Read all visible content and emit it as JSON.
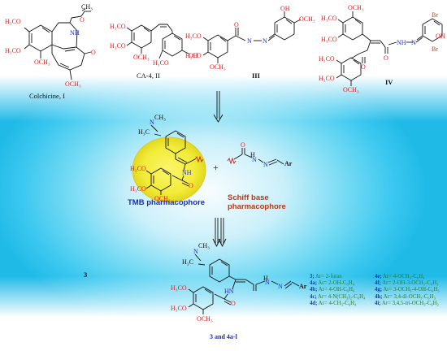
{
  "compounds": {
    "colchicine": {
      "caption": "Colchicine, I",
      "acetyl": "CH₃",
      "nh": "NH",
      "o": "O",
      "ome": [
        "H₃CO",
        "H₃CO",
        "OCH₃"
      ],
      "ring_o": "O",
      "och3": "OCH₃"
    },
    "ca4": {
      "caption": "CA-4, II",
      "ome": [
        "H₃CO",
        "H₃CO",
        "OCH₃"
      ],
      "ho": "OH",
      "h3co": "H₃CO"
    },
    "compound_iii": {
      "caption": "III",
      "oh": "OH",
      "och3": "OCH₃",
      "ome": [
        "H₃CO",
        "H₃CO",
        "OCH₃"
      ],
      "o": "O",
      "nh": "N",
      "n": "N"
    },
    "compound_iv": {
      "caption": "IV",
      "och3_top": "OCH₃",
      "h3co": [
        "H₃CO",
        "H₃CO"
      ],
      "br": [
        "Br",
        "Br"
      ],
      "oh": "OH",
      "nh": [
        "NH",
        "N"
      ],
      "o": [
        "O",
        "O"
      ],
      "ome": [
        "H₃CO",
        "H₃CO",
        "OCH₃"
      ]
    }
  },
  "design": {
    "nme2": "H₃C",
    "n": "N",
    "ch3": "CH₃",
    "nh": "NH",
    "o": "O",
    "ome": [
      "H₃CO",
      "H₃CO",
      "OCH₃"
    ],
    "plus": "+",
    "schiff_o": "O",
    "schiff_n": [
      "N",
      "N"
    ],
    "schiff_h": "H",
    "ar": "Ar",
    "tmb_label": "TMB pharmacophore",
    "schiff_label_line1": "Schiff base",
    "schiff_label_line2": "pharmacophore"
  },
  "product": {
    "number": "3",
    "caption": "3 and 4a-l",
    "nme2": "H₃C",
    "n": "N",
    "ch3": "CH₃",
    "nh": "HN",
    "o": "O",
    "ome": [
      "H₃CO",
      "H₃CO",
      "OCH₃"
    ],
    "schiff_n": [
      "N",
      "N"
    ],
    "schiff_h": "H",
    "ar": "Ar"
  },
  "legend": {
    "left": [
      {
        "id": "3;",
        "text": "Ar= 2-furan"
      },
      {
        "id": "4a;",
        "text": "Ar= 2-OH-C₆H₄"
      },
      {
        "id": "4b;",
        "text": "Ar= 4-OH-C₆H₄"
      },
      {
        "id": "4c;",
        "text": "Ar= 4-N(CH₃)₂-C₆H₄"
      },
      {
        "id": "4d;",
        "text": "Ar= 4-CH₃-C₆H₄"
      }
    ],
    "right": [
      {
        "id": "4e;",
        "text": "Ar= 4-OCH₃-C₆H₄"
      },
      {
        "id": "4f;",
        "text": "Ar= 2-OH-3-OCH₃-C₆H₃"
      },
      {
        "id": "4g;",
        "text": "Ar= 3-OCH₃-4-OH-C₆H₃"
      },
      {
        "id": "4h;",
        "text": "Ar= 3,4-di-OCH₃-C₆H₃"
      },
      {
        "id": "4i;",
        "text": "Ar= 3,4,5-tri-OCH₃-C₆H₂"
      }
    ]
  },
  "colors": {
    "oxygen": "#e02020",
    "nitrogen": "#2030c0",
    "tmb": "#1a2fbf",
    "schiff": "#b23a1e",
    "legend": "#2d7a2a",
    "highlight": "#f2ec3a",
    "background": "#2fc3eb"
  }
}
